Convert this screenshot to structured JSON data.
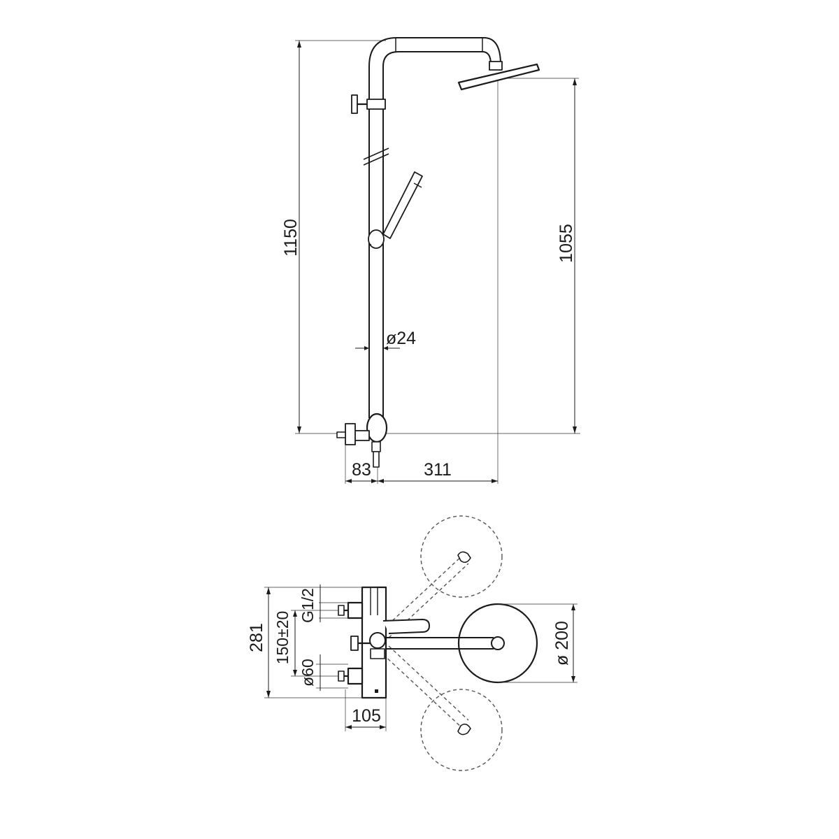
{
  "elevation": {
    "total_height_label": "1150",
    "head_height_label": "1055",
    "pipe_diameter_label": "ø24",
    "wall_offset_label": "83",
    "arm_length_label": "311"
  },
  "plan": {
    "depth_label": "281",
    "centers_label": "150±20",
    "thread_label": "G1/2",
    "escutcheon_label": "ø60",
    "body_width_label": "105",
    "head_diameter_label": "ø 200"
  }
}
